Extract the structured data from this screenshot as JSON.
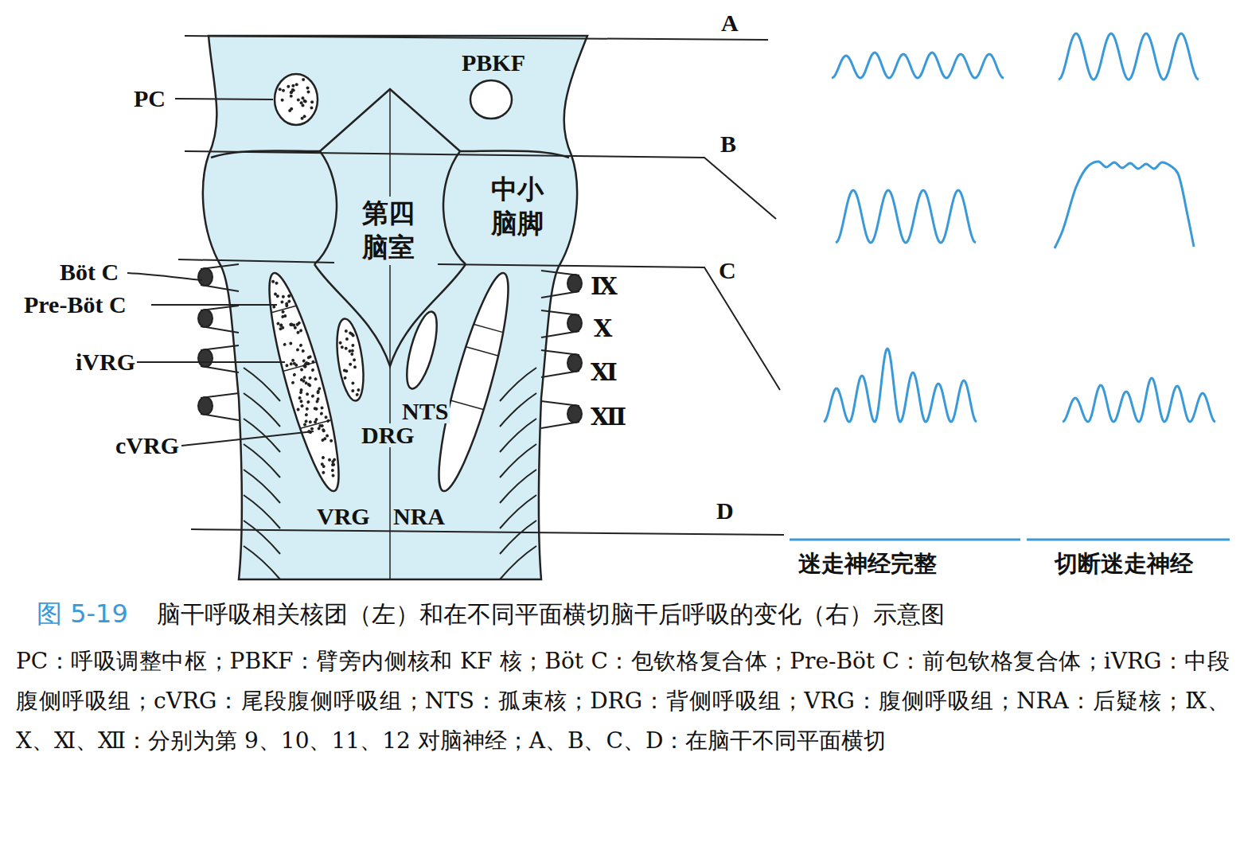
{
  "diagram": {
    "caption": "脑干呼吸相关核团（左）和在不同平面横切脑干后呼吸的变化（右）示意图",
    "nodes": [
      {
        "text": [
          "中小脑脚"
        ]
      },
      {
        "text": [
          "第四脑室"
        ]
      }
    ],
    "labels": [
      "PC",
      "PBKF",
      "Böt C",
      "Pre-Böt C",
      "iVRG",
      "cVRG",
      "NTS",
      "DRG",
      "VRG",
      "NRA",
      "Ⅸ",
      "Ⅹ",
      "Ⅺ",
      "Ⅻ",
      "A",
      "B",
      "C",
      "D",
      "迷走神经完整",
      "切断迷走神经",
      "图 5-19",
      "PC：呼吸调整中枢；PBKF：臂旁内侧核和 KF 核；Böt C：包钦格复合体；Pre-Böt C：前包钦格复合体；iVRG：中段腹侧呼吸组；cVRG：尾段腹侧呼吸组；NTS：孤束核；DRG：背侧呼吸组；VRG：腹侧呼吸组；NRA：后疑核；Ⅸ、Ⅹ、Ⅺ、Ⅻ：分别为第 9、10、11、12 对脑神经；A、B、C、D：在脑干不同平面横切"
    ]
  }
}
